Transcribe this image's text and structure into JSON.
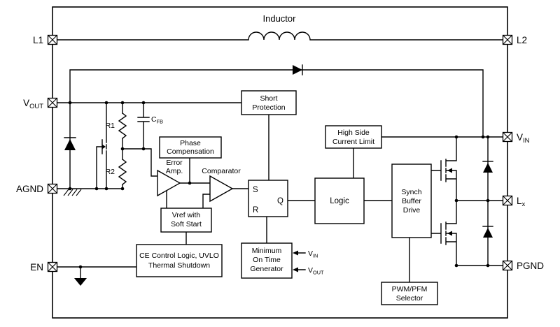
{
  "pins": {
    "l1": {
      "label": "L1"
    },
    "l2": {
      "label": "L2"
    },
    "vout": {
      "main": "V",
      "sub": "OUT"
    },
    "agnd": {
      "label": "AGND"
    },
    "en": {
      "label": "EN"
    },
    "vin": {
      "main": "V",
      "sub": "IN"
    },
    "lx": {
      "main": "L",
      "sub": "x"
    },
    "pgnd": {
      "label": "PGND"
    }
  },
  "labels": {
    "inductor": "Inductor",
    "r1": "R1",
    "r2": "R2",
    "cfb_main": "C",
    "cfb_sub": "FB",
    "error_amp": [
      "Error",
      "Amp."
    ],
    "comparator": "Comparator",
    "latch_s": "S",
    "latch_q": "Q",
    "latch_r": "R"
  },
  "blocks": {
    "short_protection": [
      "Short",
      "Protection"
    ],
    "high_side_current_limit": [
      "High Side",
      "Current Limit"
    ],
    "phase_compensation": [
      "Phase",
      "Compensation"
    ],
    "logic": [
      "Logic"
    ],
    "synch_buffer_drive": [
      "Synch",
      "Buffer",
      "Drive"
    ],
    "vref_soft_start": [
      "Vref with",
      "Soft Start"
    ],
    "ce_control": [
      "CE Control Logic, UVLO",
      "Thermal Shutdown"
    ],
    "minimum_on_time": [
      "Minimum",
      "On Time",
      "Generator"
    ],
    "pwm_pfm_selector": [
      "PWM/PFM",
      "Selector"
    ]
  },
  "min_on_time_inputs": {
    "vin": {
      "main": "V",
      "sub": "IN"
    },
    "vout": {
      "main": "V",
      "sub": "OUT"
    }
  },
  "colors": {
    "line": "#000000",
    "background": "#ffffff"
  }
}
